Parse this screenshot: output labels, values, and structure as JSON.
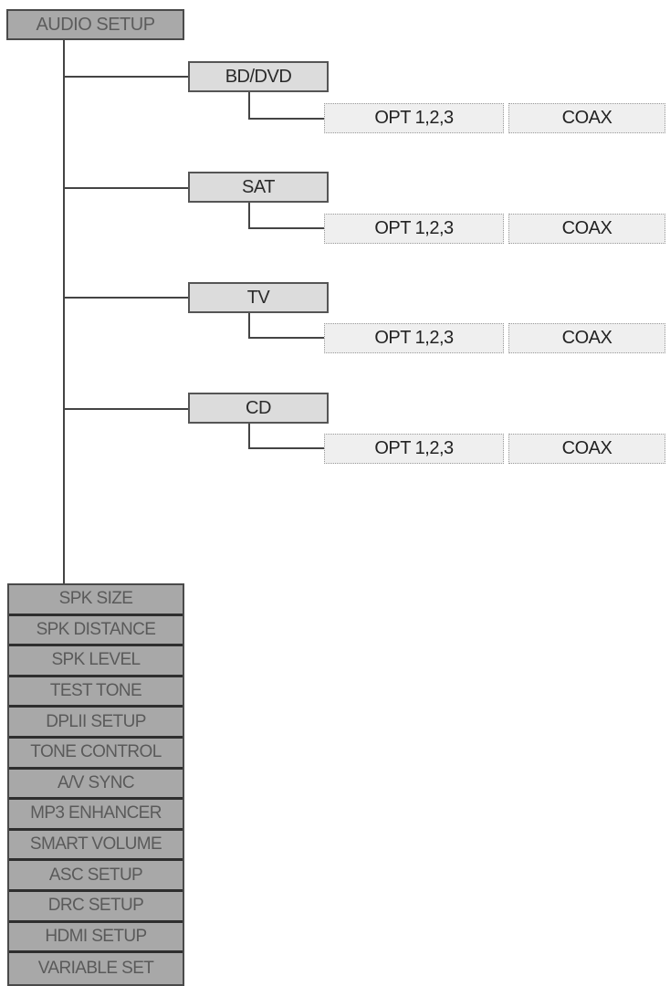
{
  "root": {
    "label": "AUDIO SETUP"
  },
  "sources": [
    {
      "label": "BD/DVD",
      "options": [
        "OPT 1,2,3",
        "COAX"
      ]
    },
    {
      "label": "SAT",
      "options": [
        "OPT 1,2,3",
        "COAX"
      ]
    },
    {
      "label": "TV",
      "options": [
        "OPT 1,2,3",
        "COAX"
      ]
    },
    {
      "label": "CD",
      "options": [
        "OPT 1,2,3",
        "COAX"
      ]
    }
  ],
  "menu": {
    "items": [
      "SPK SIZE",
      "SPK DISTANCE",
      "SPK LEVEL",
      "TEST TONE",
      "DPLII SETUP",
      "TONE CONTROL",
      "A/V SYNC",
      "MP3 ENHANCER",
      "SMART VOLUME",
      "ASC SETUP",
      "DRC SETUP",
      "HDMI SETUP",
      "VARIABLE SET"
    ]
  },
  "colors": {
    "root_fill": "#a9a9a9",
    "source_fill": "#dcdcdc",
    "option_fill": "#efefef",
    "menu_fill": "#a8a8a8",
    "line": "#444444"
  }
}
